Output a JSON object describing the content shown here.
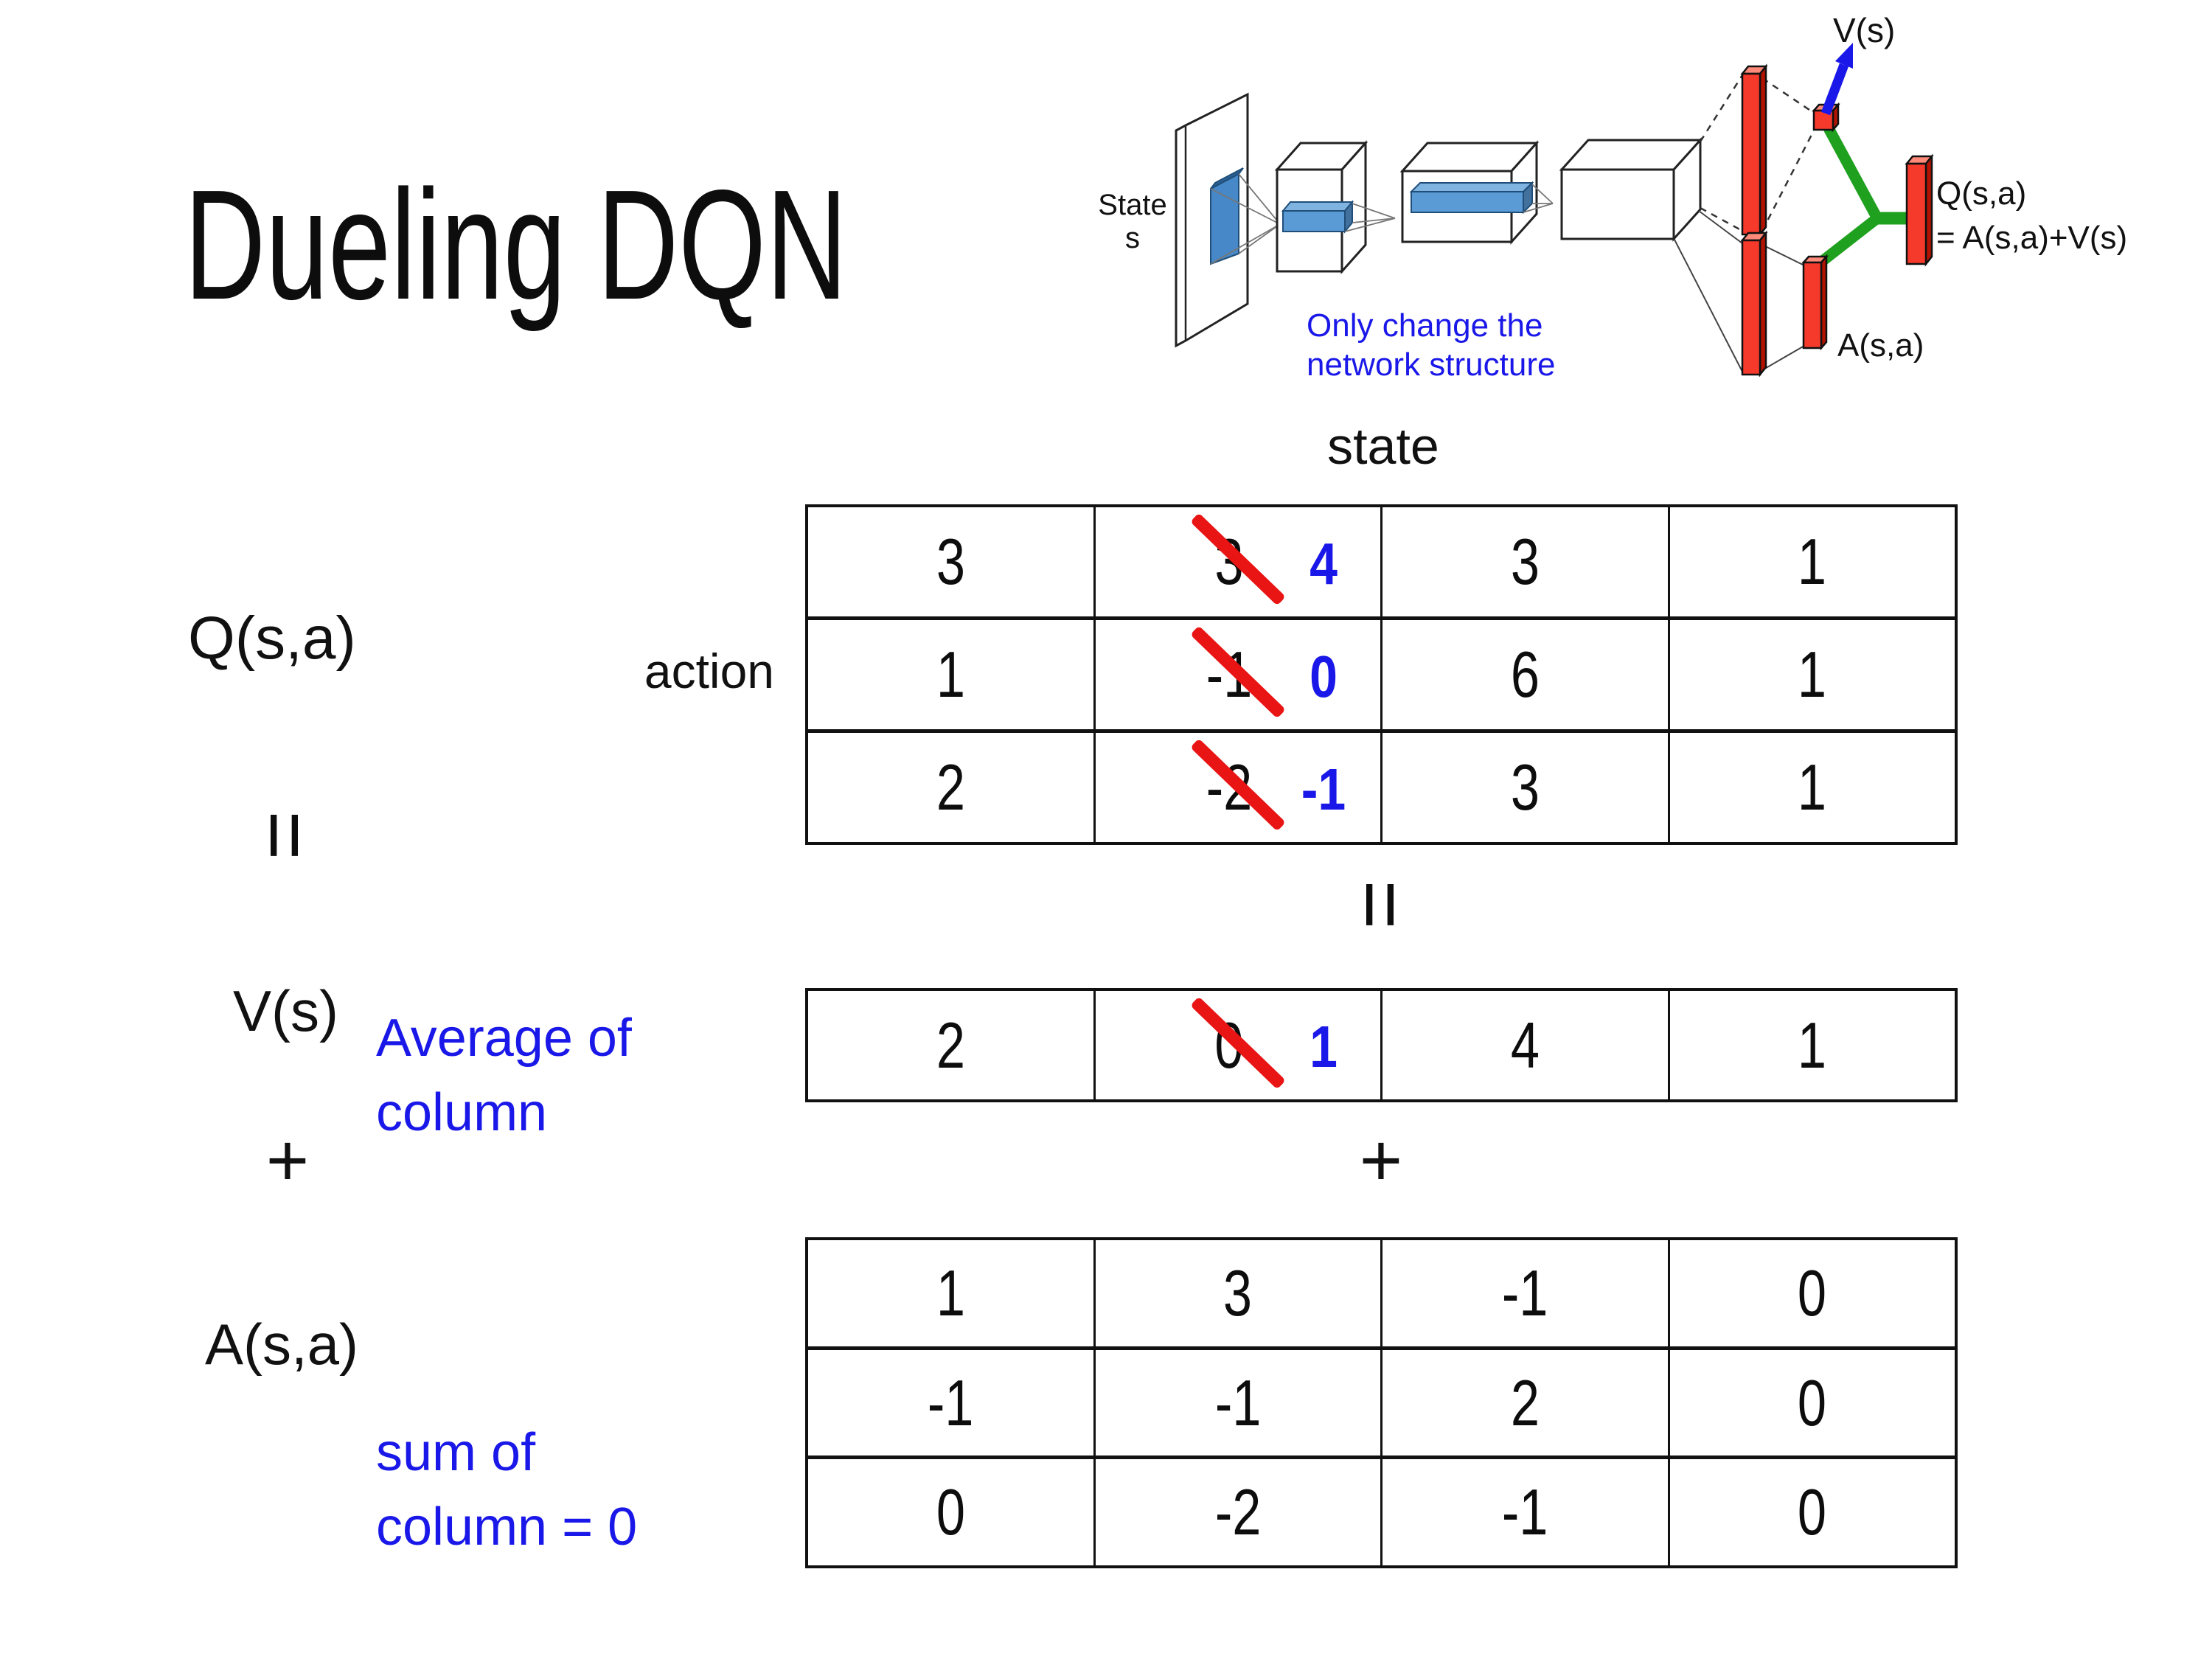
{
  "title": "Dueling DQN",
  "diagram": {
    "state_line1": "State",
    "state_line2": "s",
    "note_line1": "Only change the",
    "note_line2": "network structure",
    "v_output_label": "V(s)",
    "a_output_label": "A(s,a)",
    "q_output_label": "Q(s,a)",
    "q_output_formula": "= A(s,a)+V(s)"
  },
  "labels": {
    "q": "Q(s,a)",
    "v": "V(s)",
    "a": "A(s,a)",
    "action": "action",
    "state": "state",
    "equals_left": "=",
    "equals_mid": "=",
    "plus_left": "+",
    "plus_mid": "+",
    "avg_line1": "Average of",
    "avg_line2": "column",
    "sum_line1": "sum of",
    "sum_line2": "column = 0"
  },
  "q_table": {
    "rows": [
      [
        "3",
        {
          "old": "3",
          "new": "4"
        },
        "3",
        "1"
      ],
      [
        "1",
        {
          "old": "-1",
          "new": "0"
        },
        "6",
        "1"
      ],
      [
        "2",
        {
          "old": "-2",
          "new": "-1"
        },
        "3",
        "1"
      ]
    ]
  },
  "v_table": {
    "rows": [
      [
        "2",
        {
          "old": "0",
          "new": "1"
        },
        "4",
        "1"
      ]
    ]
  },
  "a_table": {
    "rows": [
      [
        "1",
        "3",
        "-1",
        "0"
      ],
      [
        "-1",
        "-1",
        "2",
        "0"
      ],
      [
        "0",
        "-2",
        "-1",
        "0"
      ]
    ]
  },
  "colors": {
    "accent_blue": "#1a18e8",
    "strike_red": "#e91414",
    "bar_red": "#f5392b",
    "link_green": "#1fa01f",
    "slab_blue": "#5b9bd5"
  }
}
